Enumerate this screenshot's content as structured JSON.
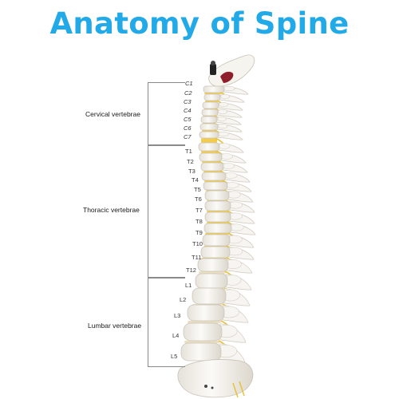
{
  "title": "Anatomy of Spine",
  "groups": [
    {
      "label": "Cervical vertebrae",
      "vertebrae": [
        "C1",
        "C2",
        "C3",
        "C4",
        "C5",
        "C6",
        "C7"
      ]
    },
    {
      "label": "Thoracic vertebrae",
      "vertebrae": [
        "T1",
        "T2",
        "T3",
        "T4",
        "T5",
        "T6",
        "T7",
        "T8",
        "T9",
        "T10",
        "T11",
        "T12"
      ]
    },
    {
      "label": "Lumbar vertebrae",
      "vertebrae": [
        "L1",
        "L2",
        "L3",
        "L4",
        "L5"
      ]
    }
  ],
  "colors": {
    "title": "#22a9e8",
    "bone": "#f7f5f1",
    "disc": "#f1c233",
    "bracket": "#8a8a8a",
    "nerve": "#e8c23a"
  }
}
